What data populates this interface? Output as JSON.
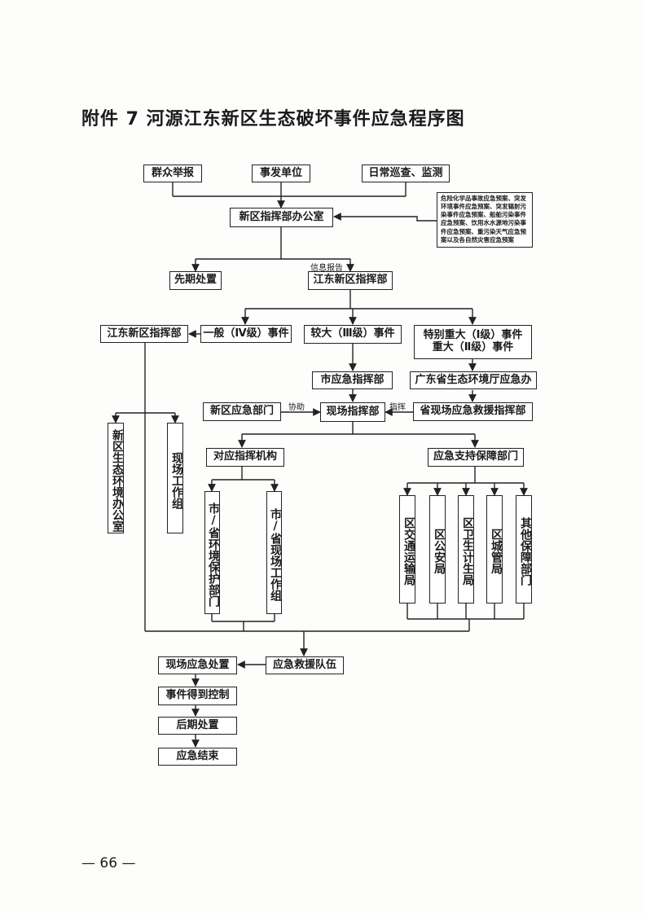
{
  "title": "附件 7   河源江东新区生态破坏事件应急程序图",
  "nodes": {
    "qunzhong": "群众举报",
    "shifa": "事发单位",
    "richang": "日常巡查、监测",
    "plans": "危险化学品事故应急预案、突发环境事件应急预案、突发辐射污染事件应急预案、船舶污染事件应急预案、饮用水水源地污染事件应急预案、重污染天气应急预案以及各自然灾害应急预案",
    "office": "新区指挥部办公室",
    "xianqi": "先期处置",
    "hq": "江东新区指挥部",
    "hq_left": "江东新区指挥部",
    "yiban": "一般（Ⅳ级）事件",
    "jiaoda": "较大（Ⅲ级）事件",
    "tebie1": "特别重大（Ⅰ级）事件",
    "tebie2": "重大（Ⅱ级）事件",
    "shiyingji": "市应急指挥部",
    "guangdong": "广东省生态环境厅应急办",
    "xinqu_dept": "新区应急部门",
    "xianchang_hq": "现场指挥部",
    "sheng_hq": "省现场应急救援指挥部",
    "eco_office": "新区生态环境办公室",
    "site_group": "现场工作组",
    "duiying": "对应指挥机构",
    "support": "应急支持保障部门",
    "city_env": "市/省环境保护部门",
    "city_site": "市/省现场工作组",
    "jiaotong": "区交通运输局",
    "gongan": "区公安局",
    "weisheng": "区卫生计生局",
    "chengguan": "区城管局",
    "qita": "其他保障部门",
    "onsite": "现场应急处置",
    "rescue": "应急救援队伍",
    "controlled": "事件得到控制",
    "later": "后期处置",
    "end": "应急结束"
  },
  "labels": {
    "report": "信息报告",
    "assist": "协助",
    "direct": "指挥"
  },
  "page_number": "— 66 —"
}
